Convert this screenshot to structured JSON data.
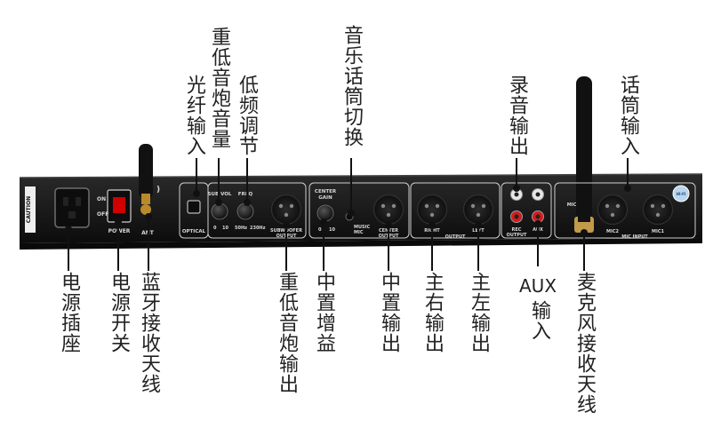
{
  "top_labels": {
    "optical_input": "光纤输入",
    "subwoofer_volume": "重低音炮音量",
    "low_freq_adjust": "低频调节",
    "music_mic_switch": "音乐话筒切换",
    "record_output": "录音输出",
    "mic_input": "话筒输入"
  },
  "bottom_labels": {
    "power_socket": "电源插座",
    "power_switch": "电源开关",
    "bt_antenna": "蓝牙接收天线",
    "subwoofer_output": "重低音炮输出",
    "center_gain": "中置增益",
    "center_output": "中置输出",
    "right_output": "主右输出",
    "left_output": "主左输出",
    "aux_title": "AUX",
    "aux_sub": "输入",
    "mic_antenna": "麦克风接收天线"
  },
  "panel": {
    "caution": "CAUTION",
    "on": "ON",
    "off": "OFF",
    "power": "POWER",
    "ant": "ANT",
    "optical": "OPTICAL",
    "sub_vol": "SUB VOL",
    "freq": "FREQ",
    "knob_vol_scale": [
      "0",
      "10"
    ],
    "knob_freq_scale": [
      "50Hz",
      "230Hz"
    ],
    "subwoofer_output": "SUBWOOFER",
    "output": "OUTPUT",
    "center_gain_line1": "CENTER",
    "center_gain_line2": "GAIN",
    "center_knob_scale": [
      "0",
      "10"
    ],
    "music": "MUSIC",
    "mic": "MIC",
    "center_output_line1": "CENTER",
    "center_output_line2": "OUTPUT",
    "right": "RIGHT",
    "left": "LEFT",
    "rec": "REC",
    "rec_output": "OUTPUT",
    "aux": "AUX",
    "mic2": "MIC2",
    "mic1": "MIC1",
    "mic_input": "MIC INPUT",
    "cert": "HI-FI"
  },
  "colors": {
    "chassis": "#1b1b1b",
    "panel_line": "#cfcfcf",
    "antenna": "#111111",
    "label_text": "#222222",
    "callout_line": "#111111"
  }
}
